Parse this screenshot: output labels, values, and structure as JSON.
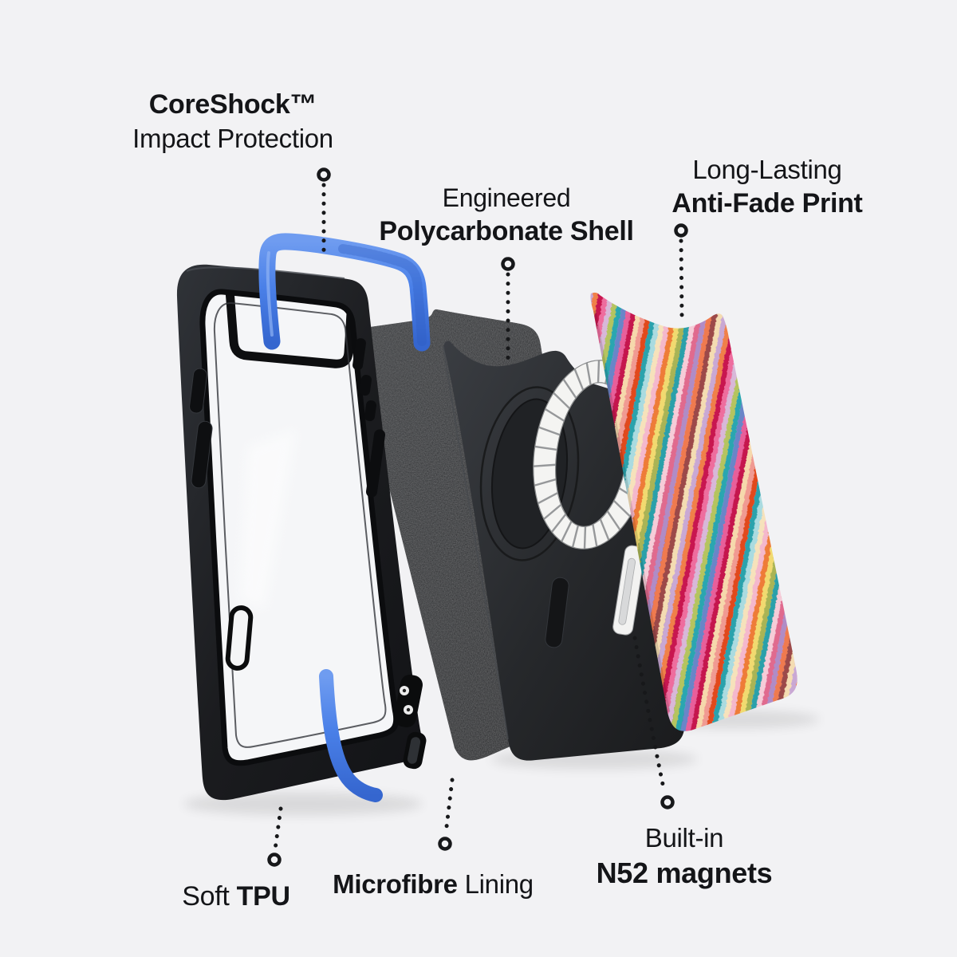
{
  "scene": {
    "background": "#f2f2f4",
    "text_color": "#141518",
    "leader_color": "#17181a"
  },
  "labels": {
    "impact": {
      "line1": "CoreShock™",
      "line2": "Impact Protection"
    },
    "shell": {
      "line1": "Engineered",
      "line2": "Polycarbonate Shell"
    },
    "print": {
      "line1": "Long-Lasting",
      "line2": "Anti-Fade Print"
    },
    "tpu": {
      "regular": "Soft",
      "bold": "TPU"
    },
    "lining": {
      "bold": "Microfibre",
      "regular": "Lining"
    },
    "magnets": {
      "line1": "Built-in",
      "line2": "N52 magnets"
    }
  },
  "colors": {
    "accent_blue": "#4a80e8",
    "blue_light": "#6f9cf0",
    "blue_dark": "#3566cf",
    "blue_texture": "#2e5cc0",
    "frame_black": "#1b1c1f",
    "shell_black": "#26282b",
    "lining_black": "#17181b",
    "ring_white": "#f4f4f2",
    "ring_tick": "#96989a",
    "ring_edge": "#898b8c",
    "magnet_bar_white": "#f2f2f1",
    "stripe_palette": [
      "#c9a8d4",
      "#f08048",
      "#c81950",
      "#ee6d9e",
      "#d8b8d8",
      "#b5c45e",
      "#2ba6b0",
      "#6b85c8",
      "#e85f9a",
      "#c5134e",
      "#f6d8ac",
      "#f09a92",
      "#e1481e",
      "#2aa2ac",
      "#aadbe0",
      "#f6e2bb",
      "#f4b8cc",
      "#ee7c38",
      "#f1da70",
      "#a9b455",
      "#2ba0aa",
      "#f6ccd8",
      "#e06a8e",
      "#b08cc6",
      "#ef7a50",
      "#9c4a48",
      "#f4dcb2"
    ]
  }
}
